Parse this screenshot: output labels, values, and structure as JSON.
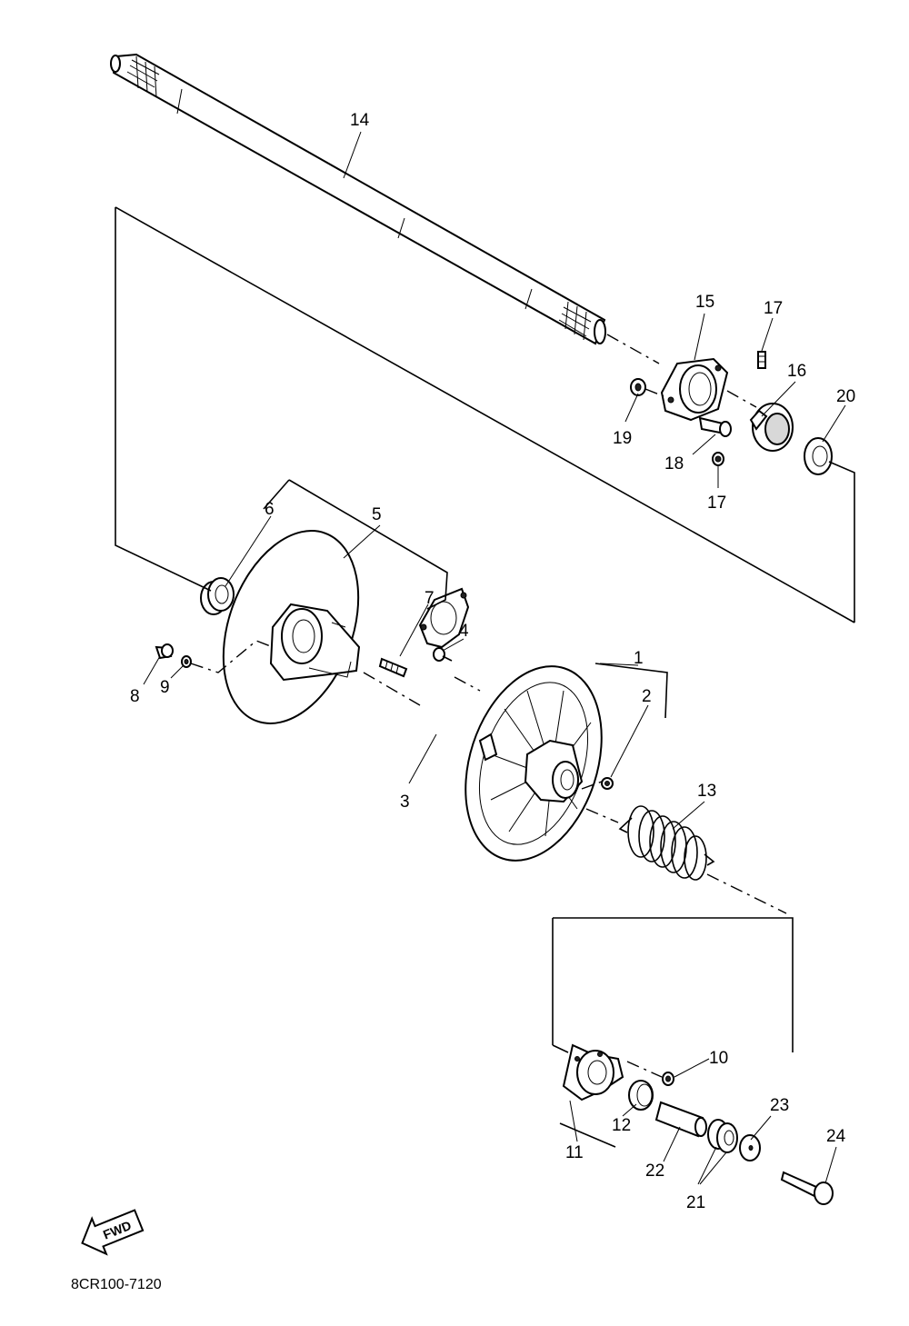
{
  "diagram": {
    "parts": [
      {
        "id": "1"
      },
      {
        "id": "2"
      },
      {
        "id": "3"
      },
      {
        "id": "4"
      },
      {
        "id": "5"
      },
      {
        "id": "6"
      },
      {
        "id": "7"
      },
      {
        "id": "8"
      },
      {
        "id": "9"
      },
      {
        "id": "10"
      },
      {
        "id": "11"
      },
      {
        "id": "12"
      },
      {
        "id": "13"
      },
      {
        "id": "14"
      },
      {
        "id": "15"
      },
      {
        "id": "16"
      },
      {
        "id": "17"
      },
      {
        "id": "18"
      },
      {
        "id": "19"
      },
      {
        "id": "20"
      },
      {
        "id": "21"
      },
      {
        "id": "22"
      },
      {
        "id": "23"
      },
      {
        "id": "24"
      }
    ],
    "label_17b": "17",
    "fwd_label": "FWD",
    "diagram_code": "8CR100-7120"
  }
}
